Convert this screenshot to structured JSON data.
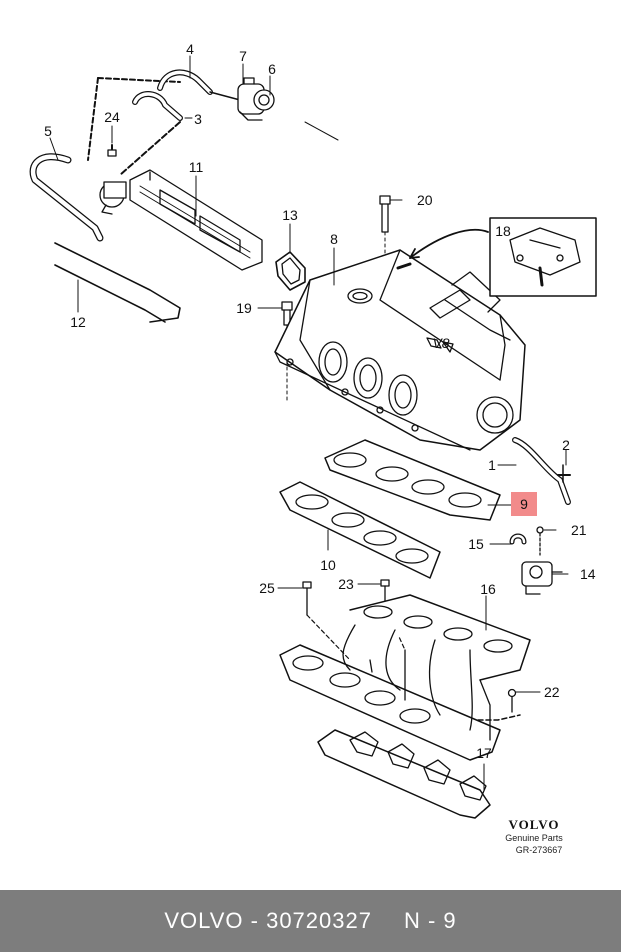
{
  "callouts": {
    "c1": "1",
    "c2": "2",
    "c3": "3",
    "c4": "4",
    "c5": "5",
    "c6": "6",
    "c7": "7",
    "c8": "8",
    "c9": "9",
    "c10": "10",
    "c11": "11",
    "c12": "12",
    "c13": "13",
    "c14": "14",
    "c15": "15",
    "c16": "16",
    "c17": "17",
    "c18": "18",
    "c19": "19",
    "c20": "20",
    "c21": "21",
    "c22": "22",
    "c23": "23",
    "c24": "24",
    "c25": "25"
  },
  "highlight_color": "#f28b8b",
  "engine_badge": "V8",
  "brand": {
    "name": "VOLVO",
    "tagline": "Genuine Parts",
    "figure_code": "GR-273667"
  },
  "footer": {
    "brand": "VOLVO",
    "separator": " - ",
    "part_number": "30720327",
    "position": "N - 9"
  }
}
